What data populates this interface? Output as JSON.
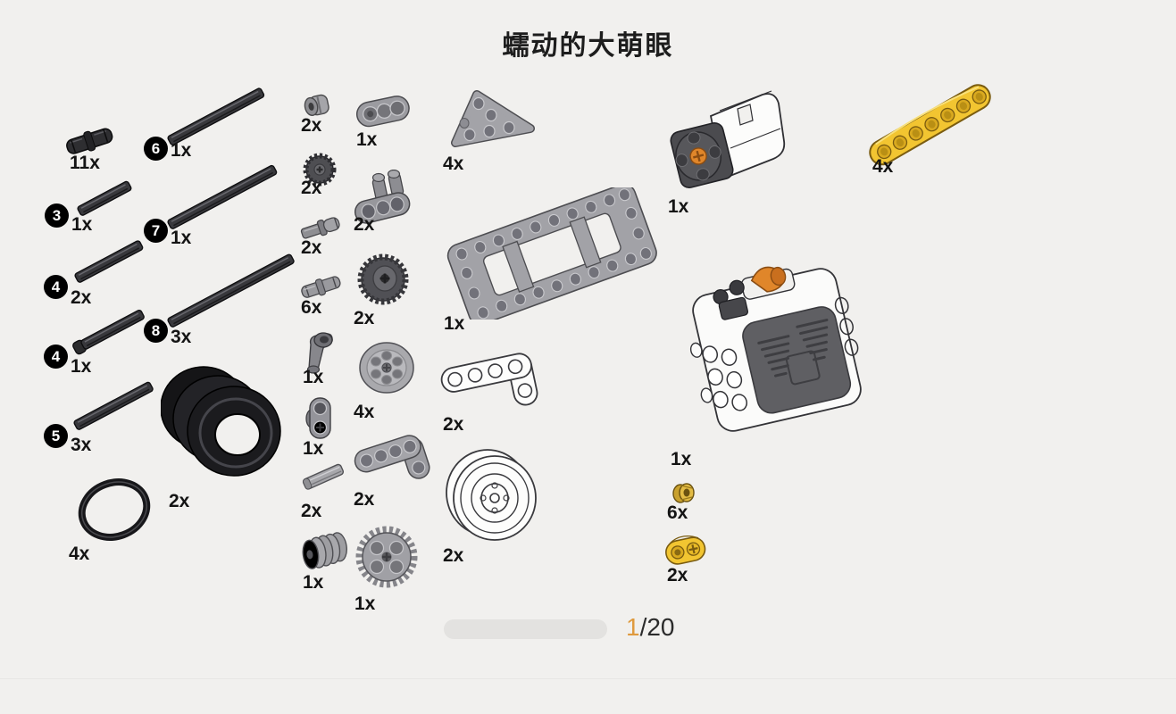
{
  "title": "蠕动的大萌眼",
  "colors": {
    "background": "#f1f0ee",
    "accent_orange": "#df9a3e",
    "badge_bg": "#000000",
    "badge_text": "#ffffff",
    "qty_text": "#141414",
    "progress_track": "#e3e2e0",
    "lego_yellow": "#f2c531",
    "lego_orange": "#e0862a",
    "lego_dark_gray": "#4b4b4f",
    "lego_light_gray": "#a2a2a7"
  },
  "pager": {
    "current": "1",
    "separator": "/",
    "total": "20",
    "label": "1/20"
  },
  "progress": {
    "current_page": 1,
    "total_pages": 20
  },
  "parts": [
    {
      "name": "pin-connector-black",
      "qty": "11x"
    },
    {
      "name": "axle-3",
      "badge": "3",
      "qty": "1x"
    },
    {
      "name": "axle-4",
      "badge": "4",
      "qty": "2x"
    },
    {
      "name": "axle-4-with-stop",
      "badge": "4",
      "qty": "1x"
    },
    {
      "name": "axle-5",
      "badge": "5",
      "qty": "3x"
    },
    {
      "name": "rubber-band",
      "qty": "4x"
    },
    {
      "name": "tire",
      "qty": "2x"
    },
    {
      "name": "axle-6",
      "badge": "6",
      "qty": "1x"
    },
    {
      "name": "axle-7",
      "badge": "7",
      "qty": "1x"
    },
    {
      "name": "axle-8",
      "badge": "8",
      "qty": "3x"
    },
    {
      "name": "pulley-wheel",
      "qty": "2x"
    },
    {
      "name": "gear-12-bevel",
      "qty": "2x"
    },
    {
      "name": "axle-pin",
      "qty": "2x"
    },
    {
      "name": "friction-pin",
      "qty": "6x"
    },
    {
      "name": "axle-connector-angled",
      "qty": "1x"
    },
    {
      "name": "cross-block",
      "qty": "1x"
    },
    {
      "name": "axle-2",
      "qty": "2x"
    },
    {
      "name": "worm-gear",
      "qty": "1x"
    },
    {
      "name": "beam-3-pin-connector",
      "qty": "1x"
    },
    {
      "name": "pin-connector-perpendicular-3l",
      "qty": "2x"
    },
    {
      "name": "gear-20-double-bevel",
      "qty": "2x"
    },
    {
      "name": "wedge-belt-pulley",
      "qty": "4x"
    },
    {
      "name": "bent-beam-3x5-gray",
      "qty": "2x"
    },
    {
      "name": "gear-24-tooth",
      "qty": "1x"
    },
    {
      "name": "triangle-liftarm",
      "qty": "4x"
    },
    {
      "name": "frame-5x11",
      "qty": "1x"
    },
    {
      "name": "bent-beam-3x5-white",
      "qty": "2x"
    },
    {
      "name": "wheel-hub-white",
      "qty": "2x"
    },
    {
      "name": "motor",
      "qty": "1x"
    },
    {
      "name": "battery-box",
      "qty": "1x"
    },
    {
      "name": "half-bush-yellow",
      "qty": "6x"
    },
    {
      "name": "liftarm-1x2-yellow",
      "qty": "2x"
    },
    {
      "name": "beam-7-yellow",
      "qty": "4x"
    }
  ]
}
